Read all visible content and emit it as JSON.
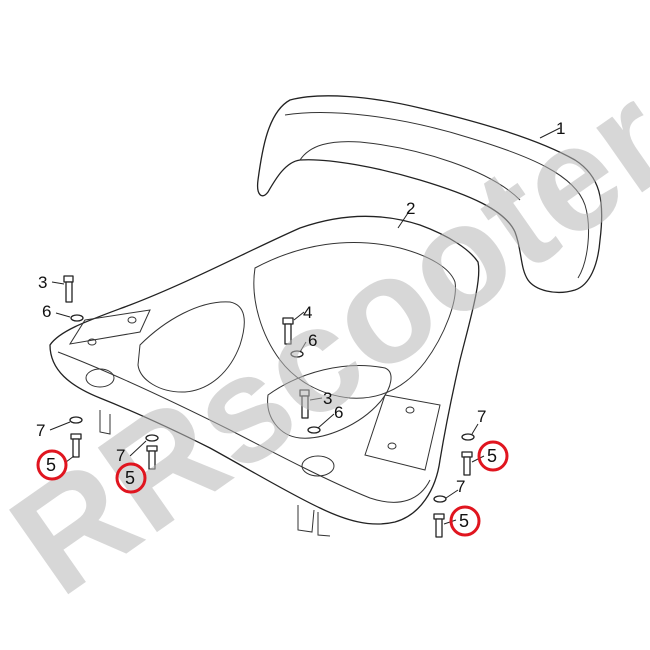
{
  "watermark": "RRscooters",
  "colors": {
    "highlight": "#e0151f",
    "line": "#222222",
    "watermark": "#b8b8b8"
  },
  "callouts": {
    "c1": "1",
    "c2": "2",
    "c3a": "3",
    "c3b": "3",
    "c4": "4",
    "c6a": "6",
    "c6b": "6",
    "c6c": "6",
    "c7a": "7",
    "c7b": "7",
    "c7c": "7",
    "c7d": "7",
    "c5a": "5",
    "c5b": "5",
    "c5c": "5",
    "c5d": "5"
  }
}
